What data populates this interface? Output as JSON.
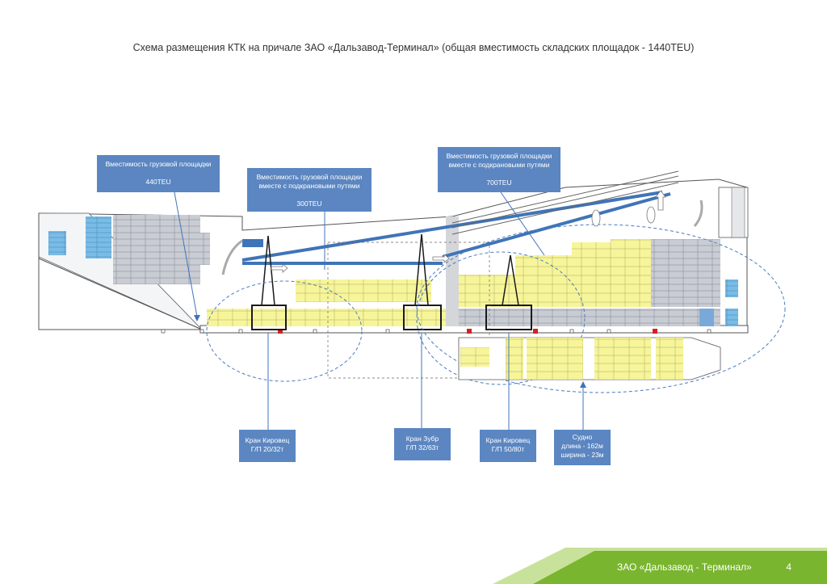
{
  "title": "Схема размещения КТК на причале ЗАО «Дальзавод-Терминал» (общая вместимость складских площадок - 1440TEU)",
  "callouts": {
    "area1": {
      "label": "Вместимость грузовой площадки",
      "value": "440TEU"
    },
    "area2": {
      "label_line1": "Вместимость грузовой площадки",
      "label_line2": "вместе с подкрановыми путями",
      "value": "300TEU"
    },
    "area3": {
      "label_line1": "Вместимость грузовой площадки",
      "label_line2": "вместе с подкрановыми путями",
      "value": "700TEU"
    },
    "crane1": {
      "line1": "Кран Кировец",
      "line2": "Г/П 20/32т"
    },
    "crane2": {
      "line1": "Кран Зубр",
      "line2": "Г/П 32/63т"
    },
    "crane3": {
      "line1": "Кран Кировец",
      "line2": "Г/П 50/80т"
    },
    "vessel": {
      "line1": "Судно",
      "line2": "длина - 162м",
      "line3": "ширина - 23м"
    }
  },
  "footer": {
    "company": "ЗАО «Дальзавод - Терминал»",
    "page": "4"
  },
  "colors": {
    "callout": "#5b86c1",
    "container_yellow": "#f7f59a",
    "container_gray": "#c9ccd3",
    "container_blue": "#79bce6",
    "rail_blue": "#3f74b8",
    "footer_green": "#7ab52f"
  }
}
